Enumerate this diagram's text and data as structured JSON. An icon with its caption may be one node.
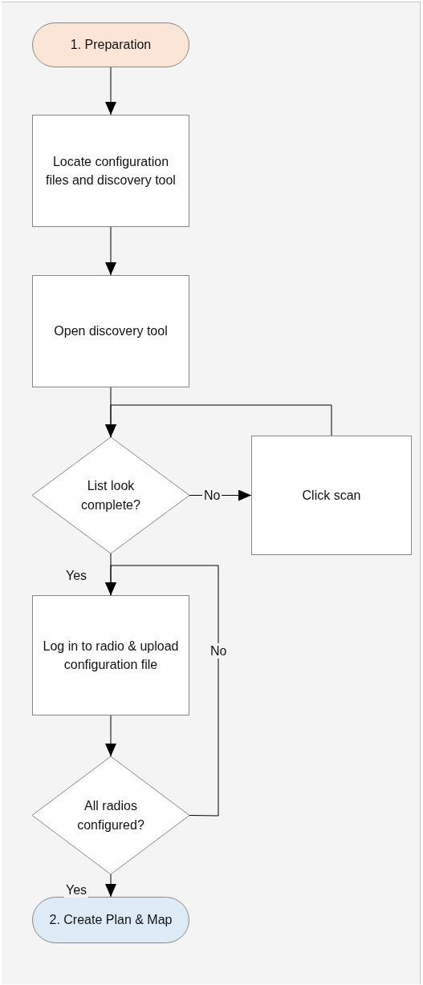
{
  "diagram": {
    "nodes": [
      {
        "text": [
          "1. Preparation"
        ]
      },
      {
        "text": [
          "Locate configuration files and discovery tool"
        ]
      },
      {
        "text": [
          "Open discovery tool"
        ]
      },
      {
        "text": [
          "List look complete?"
        ]
      },
      {
        "text": [
          "Click scan"
        ]
      },
      {
        "text": [
          "Log in to radio & upload configuration file"
        ]
      },
      {
        "text": [
          "All radios configured?"
        ]
      },
      {
        "text": [
          "2. Create Plan & Map"
        ]
      }
    ],
    "edges": [
      {
        "from": 0,
        "to": 1,
        "arrow": "to"
      },
      {
        "from": 1,
        "to": 2,
        "arrow": "to"
      },
      {
        "from": 2,
        "to": 3,
        "arrow": "to"
      },
      {
        "from": 3,
        "to": 4,
        "arrow": "to",
        "label": "No"
      },
      {
        "from": 4,
        "to": 3,
        "arrow": "to"
      },
      {
        "from": 3,
        "to": 5,
        "arrow": "to",
        "label": "Yes"
      },
      {
        "from": 5,
        "to": 6,
        "arrow": "to"
      },
      {
        "from": 6,
        "to": 5,
        "arrow": "to",
        "label": "No"
      },
      {
        "from": 6,
        "to": 7,
        "arrow": "to",
        "label": "Yes"
      }
    ]
  }
}
